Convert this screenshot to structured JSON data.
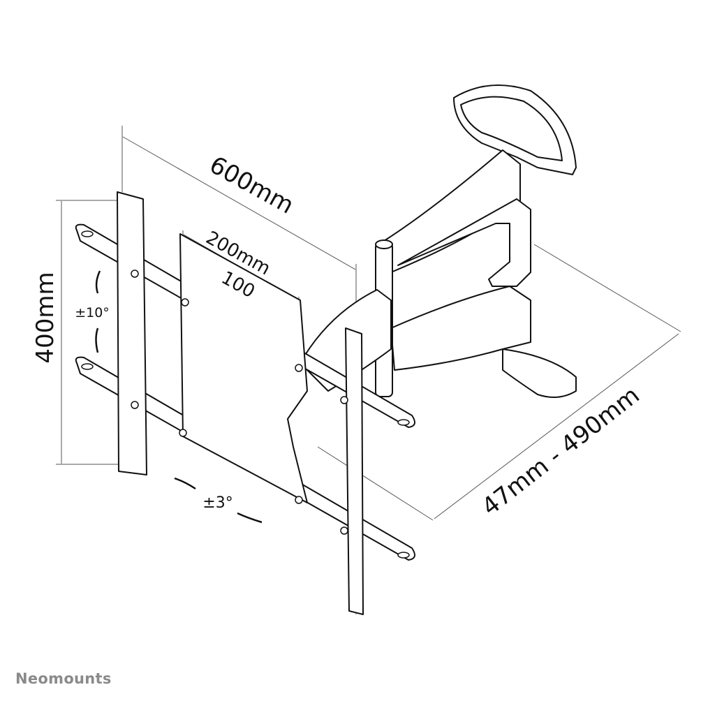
{
  "diagram": {
    "dimensions": {
      "width_total": "600mm",
      "width_mid": "200mm",
      "width_small": "100",
      "height": "400mm",
      "tilt": "±10°",
      "swivel": "±3°",
      "extension": "47mm - 490mm"
    },
    "colors": {
      "line": "#111111",
      "brand": "#8a8a8a",
      "fill": "#ffffff"
    }
  },
  "footer": {
    "brand": "Neomounts"
  }
}
